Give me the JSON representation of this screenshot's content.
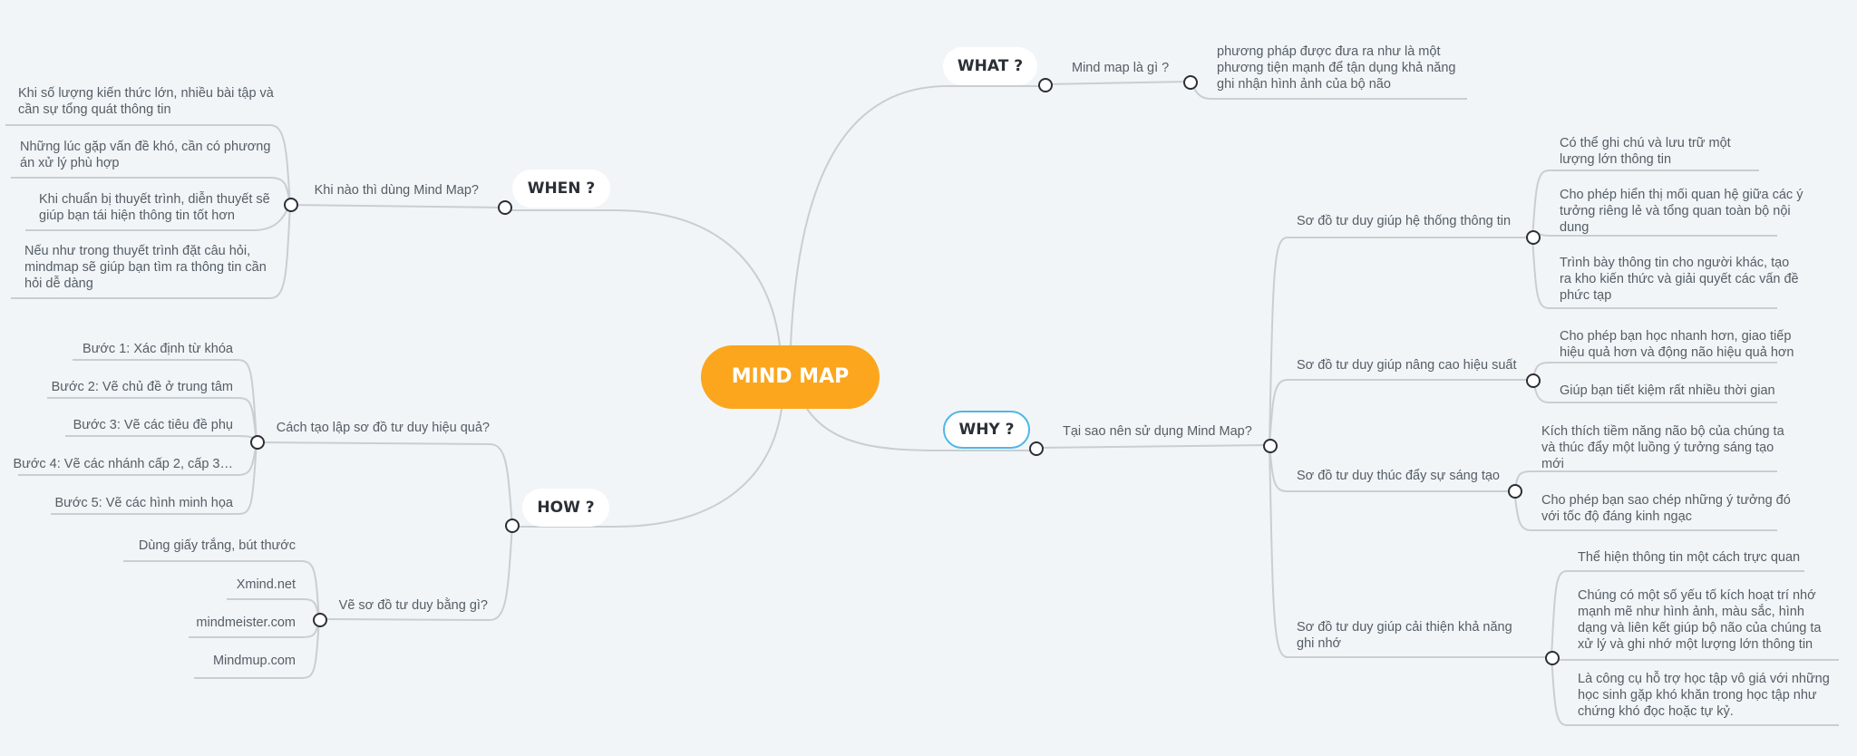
{
  "center": {
    "label": "MIND MAP"
  },
  "colors": {
    "center": "#fba61d",
    "line": "#c9ced3",
    "text": "#555d66",
    "background": "#f1f5f7",
    "selected": "#52b6e6"
  },
  "what": {
    "label": "WHAT ?",
    "question": "Mind map là gì ?",
    "answer": "phương pháp được đưa ra như là một phương tiện mạnh để tận dụng khả năng ghi nhận hình ảnh của bộ não"
  },
  "when": {
    "label": "WHEN ?",
    "question": "Khi nào thì dùng Mind Map?",
    "items": [
      "Khi số lượng kiến thức lớn, nhiều bài tập và cần sự tổng quát thông tin",
      "Những lúc gặp vấn đề khó, cần có phương án xử lý phù hợp",
      "Khi chuẩn bị thuyết trình, diễn thuyết sẽ giúp bạn tái hiện thông tin tốt hơn",
      "Nếu như trong thuyết trình đặt câu hỏi, mindmap sẽ giúp bạn tìm ra thông tin cần hỏi dễ dàng"
    ]
  },
  "how": {
    "label": "HOW ?",
    "steps_question": "Cách tạo lập sơ đồ tư duy hiệu quả?",
    "steps": [
      "Bước 1: Xác định từ khóa",
      "Bước 2: Vẽ chủ đề ở trung tâm",
      "Bước 3: Vẽ các tiêu đề phụ",
      "Bước 4: Vẽ các nhánh cấp 2, cấp 3…",
      "Bước 5: Vẽ các hình minh họa"
    ],
    "tools_question": "Vẽ sơ đồ tư duy bằng gì?",
    "tools": [
      "Dùng giấy trắng, bút thước",
      "Xmind.net",
      "mindmeister.com",
      "Mindmup.com"
    ]
  },
  "why": {
    "label": "WHY ?",
    "question": "Tại sao nên sử dụng Mind Map?",
    "reasons": [
      {
        "title": "Sơ đồ tư duy giúp hệ thống thông tin",
        "items": [
          "Có thể ghi chú và lưu trữ một lượng lớn thông tin",
          "Cho phép hiển thị mối quan hệ giữa các ý tưởng riêng lẻ và tổng quan toàn bộ nội dung",
          "Trình bày thông tin cho người khác, tạo ra kho kiến thức và giải quyết các vấn đề phức tạp"
        ]
      },
      {
        "title": "Sơ đồ tư duy giúp nâng cao hiệu suất",
        "items": [
          "Cho phép bạn học nhanh hơn, giao tiếp hiệu quả hơn và động não hiệu quả hơn",
          "Giúp bạn tiết kiệm rất nhiều thời gian"
        ]
      },
      {
        "title": "Sơ đồ tư duy thúc đẩy sự sáng tạo",
        "items": [
          "Kích thích tiềm năng não bộ của chúng ta và thúc đẩy một luồng ý tưởng sáng tạo mới",
          "Cho phép bạn sao chép những ý tưởng đó với tốc độ đáng kinh ngạc"
        ]
      },
      {
        "title": "Sơ đồ tư duy giúp cải thiện khả năng ghi nhớ",
        "items": [
          "Thể hiện thông tin một cách trực quan",
          "Chúng có một số yếu tố kích hoạt trí nhớ mạnh mẽ như hình ảnh, màu sắc, hình dạng và liên kết giúp bộ não của chúng ta xử lý và ghi nhớ một lượng lớn thông tin",
          "Là công cụ hỗ trợ học tập vô giá với những học sinh gặp khó khăn trong học tập như chứng khó đọc hoặc tự kỷ."
        ]
      }
    ]
  }
}
